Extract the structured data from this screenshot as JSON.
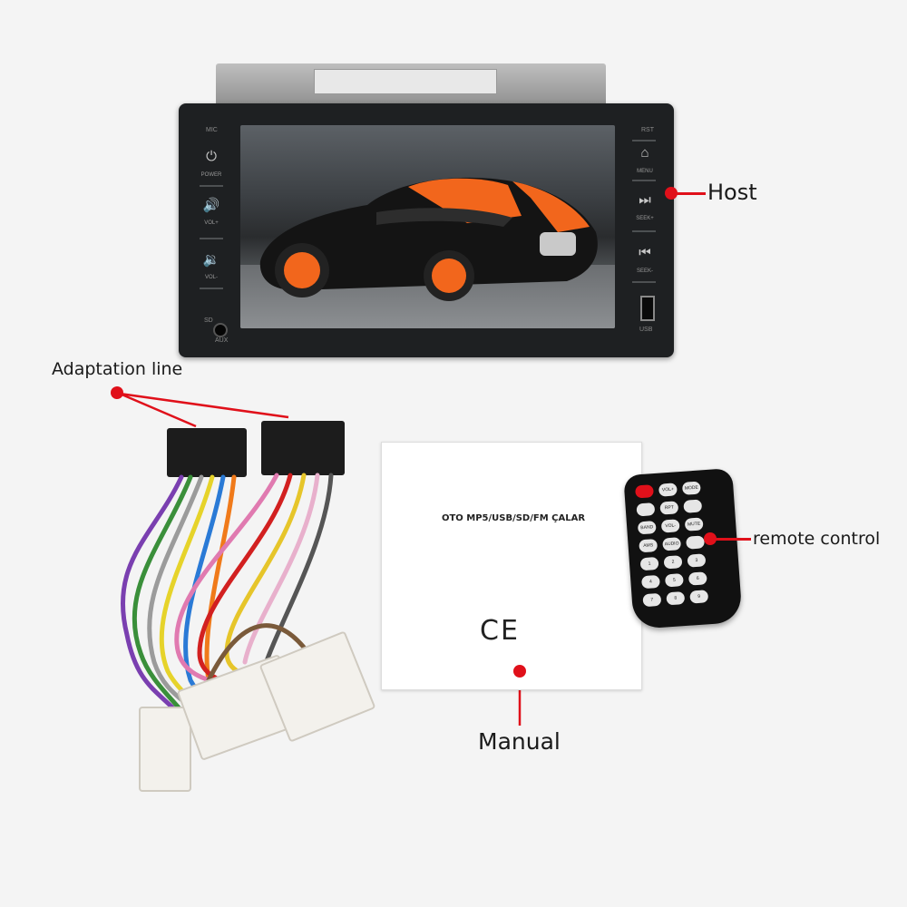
{
  "callouts": {
    "host": "Host",
    "adaptation_line": "Adaptation line",
    "remote_control": "remote control",
    "manual": "Manual"
  },
  "host_unit": {
    "left_labels": [
      "MIC",
      "POWER",
      "VOL+",
      "VOL-",
      "SD",
      "AUX"
    ],
    "right_labels": [
      "RST",
      "MENU",
      "SEEK+",
      "SEEK-",
      "USB"
    ],
    "icons": [
      "power-icon",
      "volume-up-icon",
      "volume-down-icon",
      "home-icon",
      "skip-forward-icon",
      "skip-back-icon",
      "usb-port-icon"
    ]
  },
  "manual": {
    "title": "OTO MP5/USB/SD/FM ÇALAR",
    "mark": "CE"
  },
  "remote": {
    "keys": [
      "",
      "VOL+",
      "MODE",
      "",
      "RPT SEL",
      "",
      "BAND",
      "VOL-",
      "MUTE",
      "AMS",
      "AUDIO",
      "",
      "1",
      "2",
      "3",
      "4",
      "5",
      "6",
      "7",
      "8",
      "9"
    ]
  },
  "colors": {
    "accent_red": "#e0101a",
    "car_orange": "#f2661c",
    "car_black": "#141414"
  }
}
